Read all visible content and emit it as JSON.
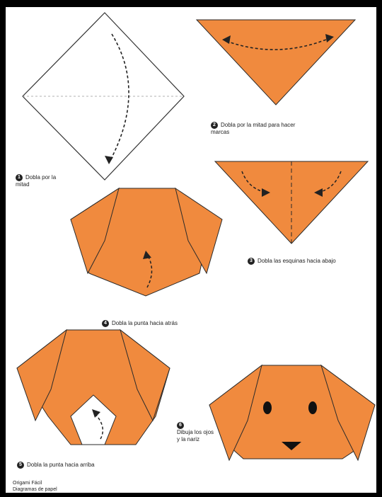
{
  "colors": {
    "paper": "#F08A3E",
    "outline": "#2a2a2a",
    "background": "#000000"
  },
  "steps": [
    {
      "number": "1",
      "caption": "Dobla por la\nmitad"
    },
    {
      "number": "2",
      "caption": "Dobla por la mitad para hacer\nmarcas"
    },
    {
      "number": "3",
      "caption": "Dobla las esquinas hacia abajo"
    },
    {
      "number": "4",
      "caption": "Dobla la punta hacia atrás"
    },
    {
      "number": "5",
      "caption": "Dobla la punta hacia arriba"
    },
    {
      "number": "6",
      "caption": "Dibuja los ojos\ny la nariz"
    }
  ],
  "credit": "Origami Fácil\nDiagramas de papel"
}
